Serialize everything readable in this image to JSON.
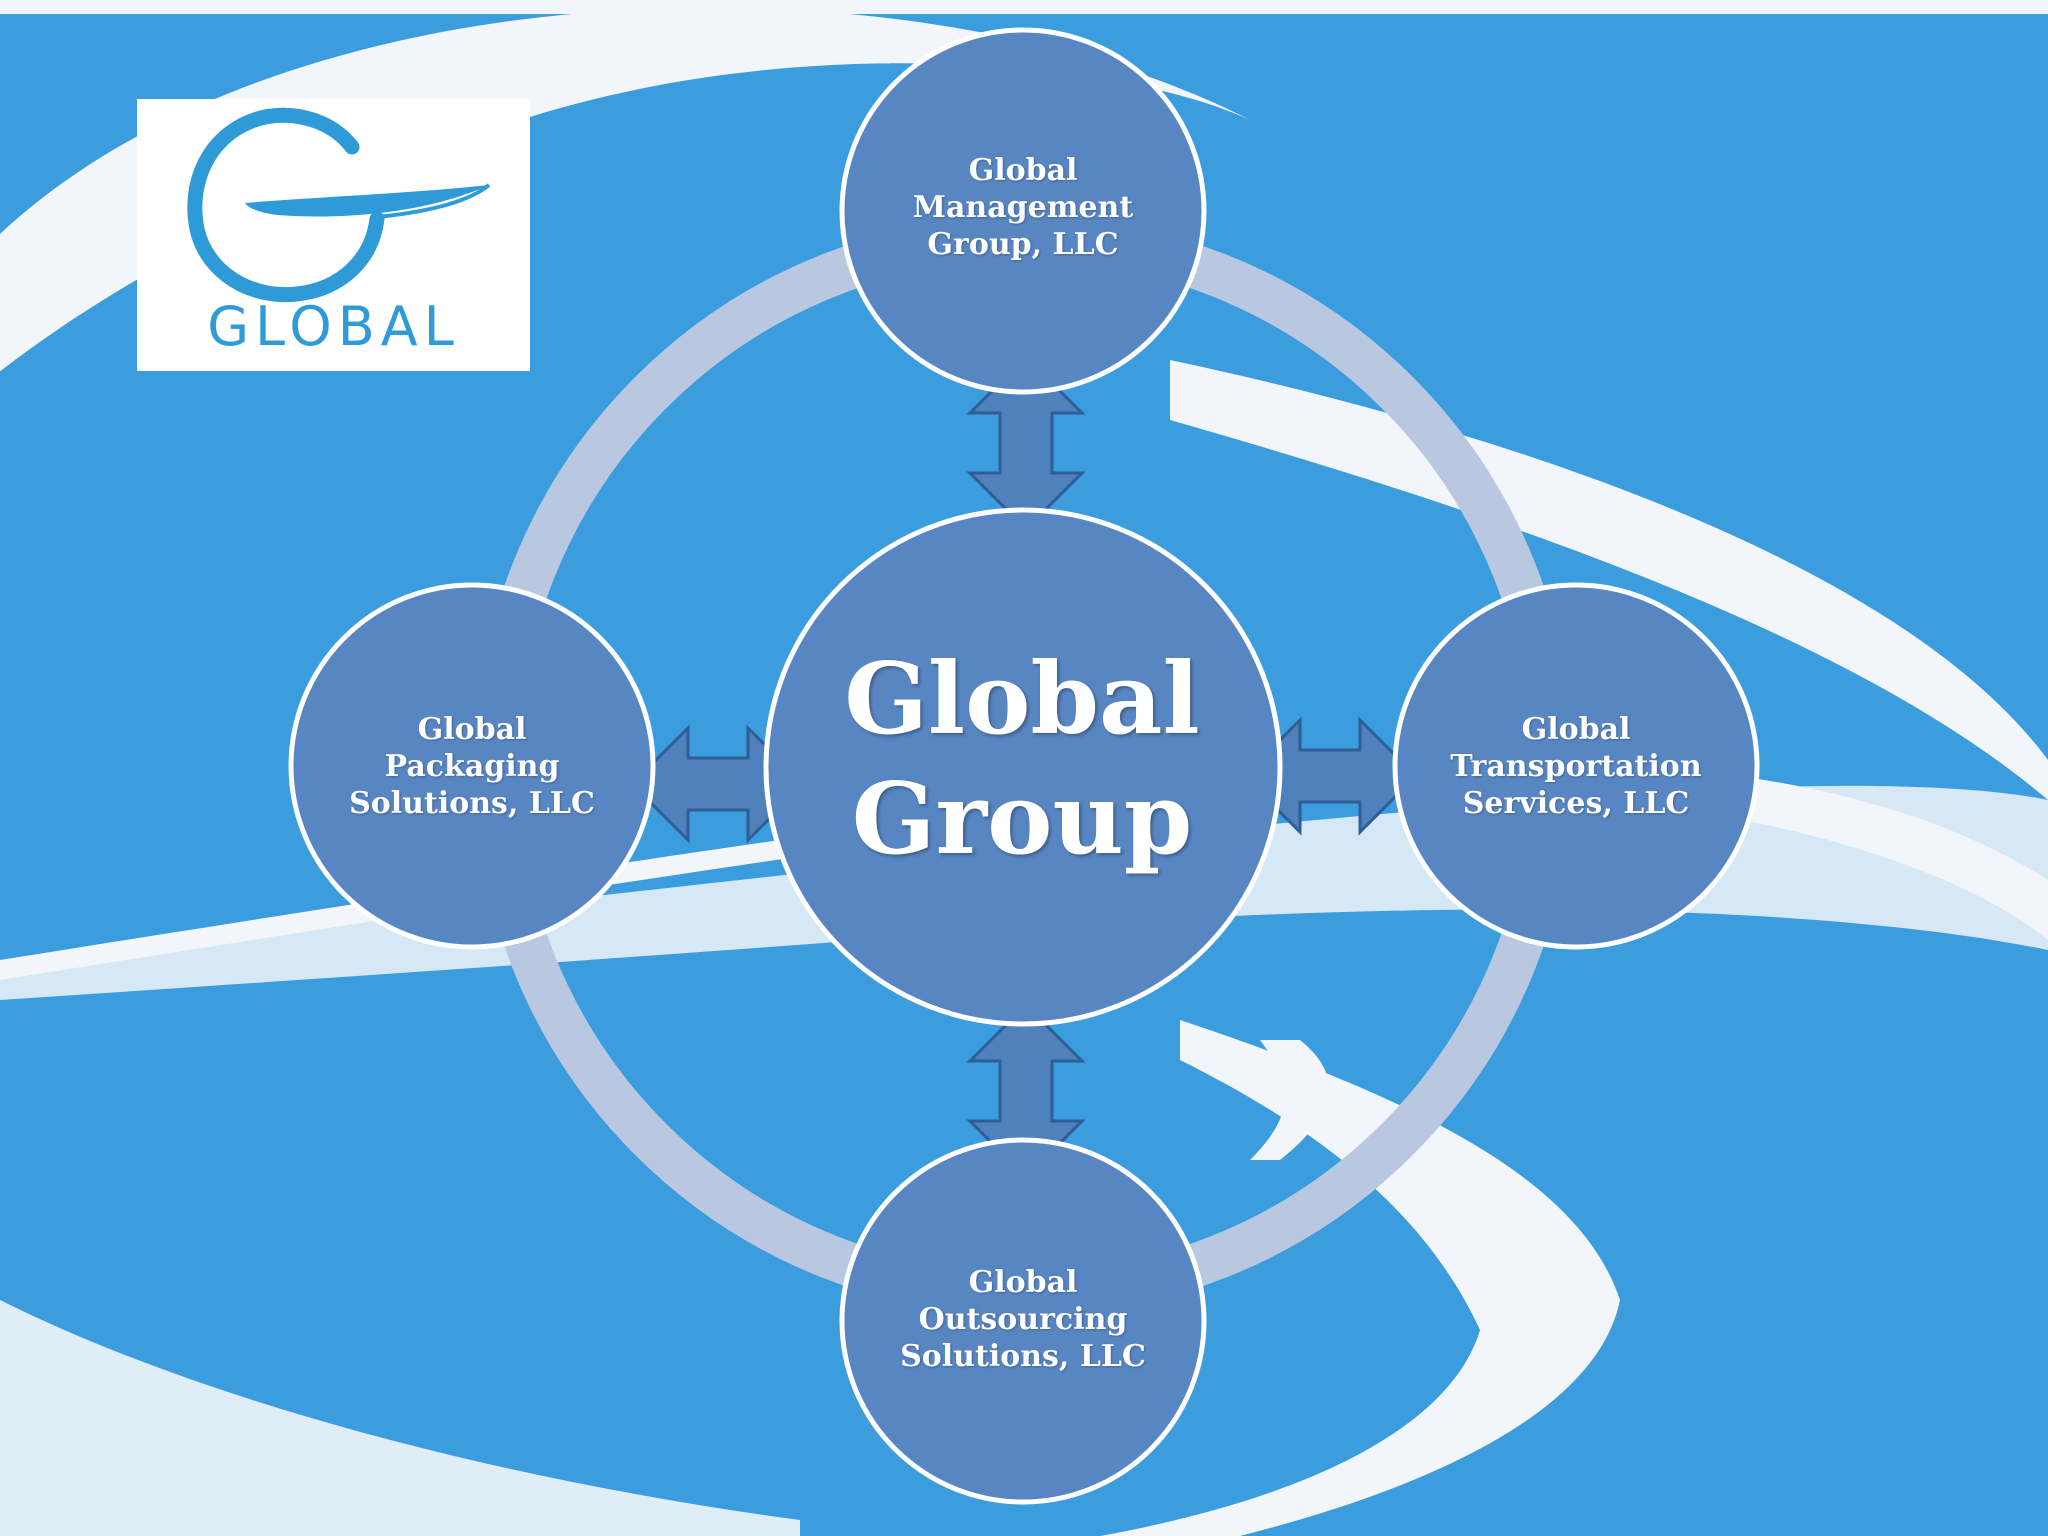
{
  "slide": {
    "colors": {
      "background": "#3b9ddd",
      "swoosh": "#f2f6fa",
      "ring": "#b9c8e0",
      "node_fill": "#5886c2",
      "node_border": "#ffffff",
      "arrow_fill": "#4f81bd",
      "arrow_stroke": "#2f5d95",
      "logo_blue": "#2f9ad8"
    },
    "logo": {
      "icon": "global-g-logo-icon",
      "text": "GLOBAL"
    },
    "center": {
      "label": "Global\nGroup"
    },
    "nodes": {
      "top": {
        "label": "Global\nManagement\nGroup, LLC"
      },
      "left": {
        "label": "Global\nPackaging\nSolutions, LLC"
      },
      "right": {
        "label": "Global\nTransportation\nServices, LLC"
      },
      "bottom": {
        "label": "Global\nOutsourcing\nSolutions, LLC"
      }
    },
    "connectors": [
      {
        "from": "center",
        "to": "top",
        "type": "double-arrow"
      },
      {
        "from": "center",
        "to": "left",
        "type": "double-arrow"
      },
      {
        "from": "center",
        "to": "right",
        "type": "double-arrow"
      },
      {
        "from": "center",
        "to": "bottom",
        "type": "double-arrow"
      }
    ]
  }
}
